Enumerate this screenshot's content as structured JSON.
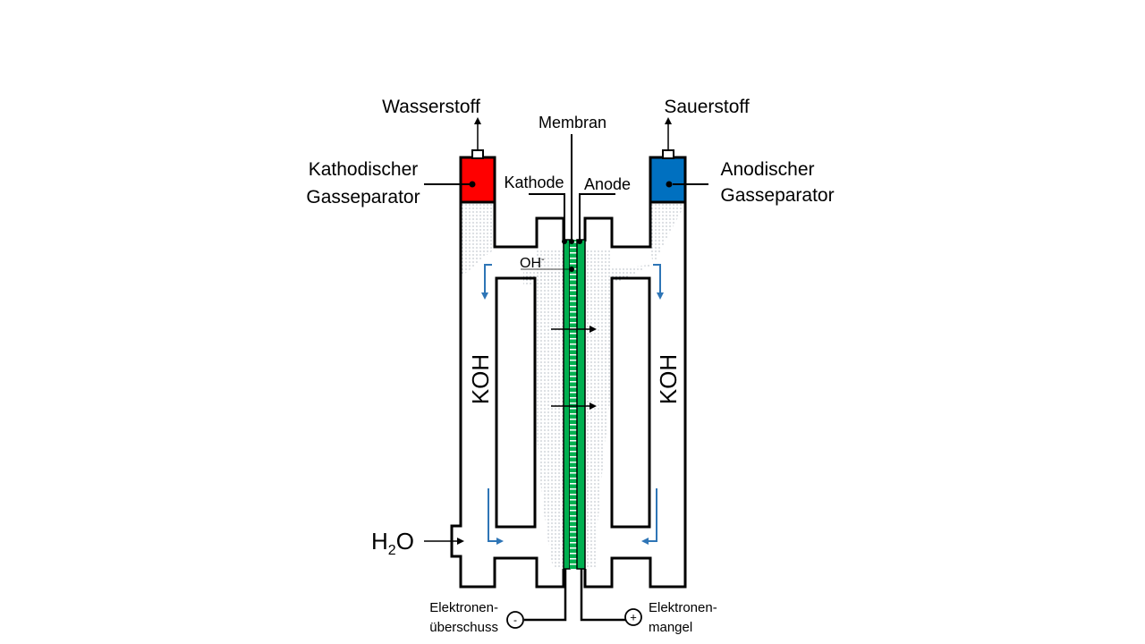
{
  "labels": {
    "hydrogen": "Wasserstoff",
    "oxygen": "Sauerstoff",
    "membrane": "Membran",
    "cathodic_separator_line1": "Kathodischer",
    "cathodic_separator_line2": "Gasseparator",
    "anodic_separator_line1": "Anodischer",
    "anodic_separator_line2": "Gasseparator",
    "cathode": "Kathode",
    "anode": "Anode",
    "hydroxide": "OH",
    "hydroxide_charge": "-",
    "electrolyte_left": "KOH",
    "electrolyte_right": "KOH",
    "water_main": "H",
    "water_sub": "2",
    "water_tail": "O",
    "electron_excess_line1": "Elektronen-",
    "electron_excess_line2": "überschuss",
    "electron_deficit_line1": "Elektronen-",
    "electron_deficit_line2": "mangel",
    "minus_symbol": "-",
    "plus_symbol": "+"
  },
  "colors": {
    "cathodic_separator": "#ff0000",
    "anodic_separator": "#0070c0",
    "membrane_electrodes": "#00b050",
    "flow_arrows": "#2e75b6",
    "outline": "#000000"
  }
}
